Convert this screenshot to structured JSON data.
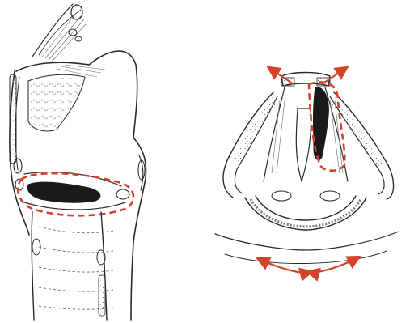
{
  "figure": {
    "panels": [
      {
        "id": "sagittal-larynx-view",
        "labels": []
      },
      {
        "id": "axial-glottis-view",
        "labels": []
      }
    ],
    "colors": {
      "line_art": "#2a2a2a",
      "hatching": "#6a6a6a",
      "lesion": "#1a1a1a",
      "annotation_red": "#d2432a",
      "background": "#ffffff"
    },
    "annotations": {
      "left": [
        "dashed-outline",
        "tumor-mass"
      ],
      "right": [
        "dashed-outline",
        "tumor-mass",
        "upward-spread-arrows",
        "lateral-spread-arrows"
      ]
    }
  }
}
